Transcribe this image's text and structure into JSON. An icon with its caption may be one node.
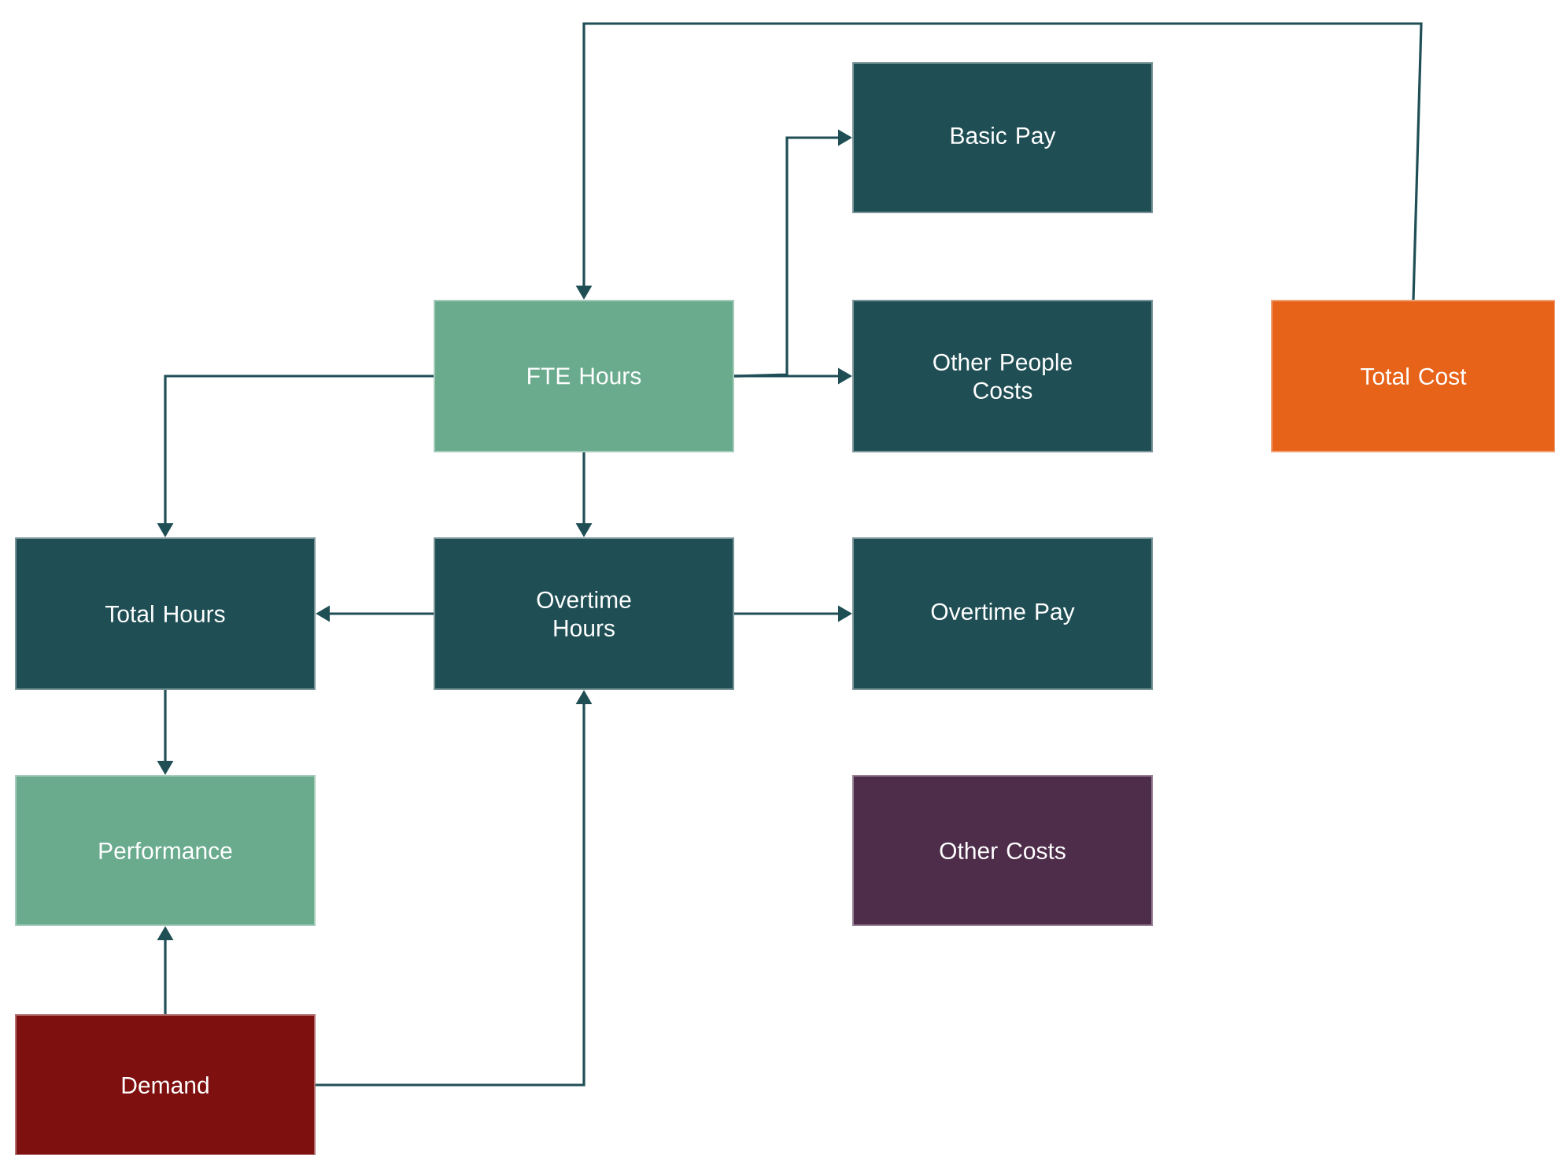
{
  "diagram": {
    "nodes": [
      {
        "text": [
          "Basic Pay"
        ]
      },
      {
        "text": [
          "FTE Hours"
        ]
      },
      {
        "text": [
          "Other People Costs"
        ]
      },
      {
        "text": [
          "Total Cost"
        ]
      },
      {
        "text": [
          "Total Hours"
        ]
      },
      {
        "text": [
          "Overtime Hours"
        ]
      },
      {
        "text": [
          "Overtime Pay"
        ]
      },
      {
        "text": [
          "Performance"
        ]
      },
      {
        "text": [
          "Other Costs"
        ]
      },
      {
        "text": [
          "Demand"
        ]
      }
    ],
    "edges": [
      {
        "from": 3,
        "to": 1,
        "arrow": "to"
      },
      {
        "from": 1,
        "to": 0,
        "arrow": "to"
      },
      {
        "from": 1,
        "to": 2,
        "arrow": "to"
      },
      {
        "from": 1,
        "to": 4,
        "arrow": "to"
      },
      {
        "from": 1,
        "to": 5,
        "arrow": "to"
      },
      {
        "from": 5,
        "to": 4,
        "arrow": "to"
      },
      {
        "from": 5,
        "to": 6,
        "arrow": "to"
      },
      {
        "from": 4,
        "to": 7,
        "arrow": "to"
      },
      {
        "from": 9,
        "to": 7,
        "arrow": "to"
      },
      {
        "from": 9,
        "to": 5,
        "arrow": "to"
      }
    ]
  }
}
